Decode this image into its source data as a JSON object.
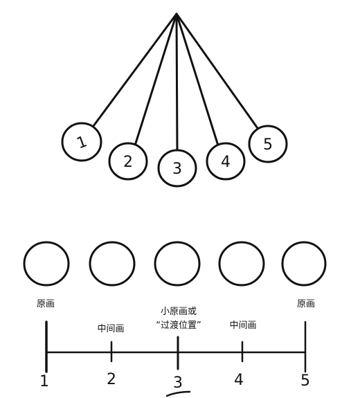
{
  "pendulum": {
    "balls": [
      {
        "label": "1"
      },
      {
        "label": "2"
      },
      {
        "label": "3"
      },
      {
        "label": "4"
      },
      {
        "label": "5"
      }
    ]
  },
  "timeline": {
    "key_left": "原画",
    "key_right": "原画",
    "inbetween_left": "中间画",
    "inbetween_right": "中间画",
    "breakdown_line1": "小原画或",
    "breakdown_line2": "“过渡位置”",
    "ticks": [
      "1",
      "2",
      "3",
      "4",
      "5"
    ]
  }
}
